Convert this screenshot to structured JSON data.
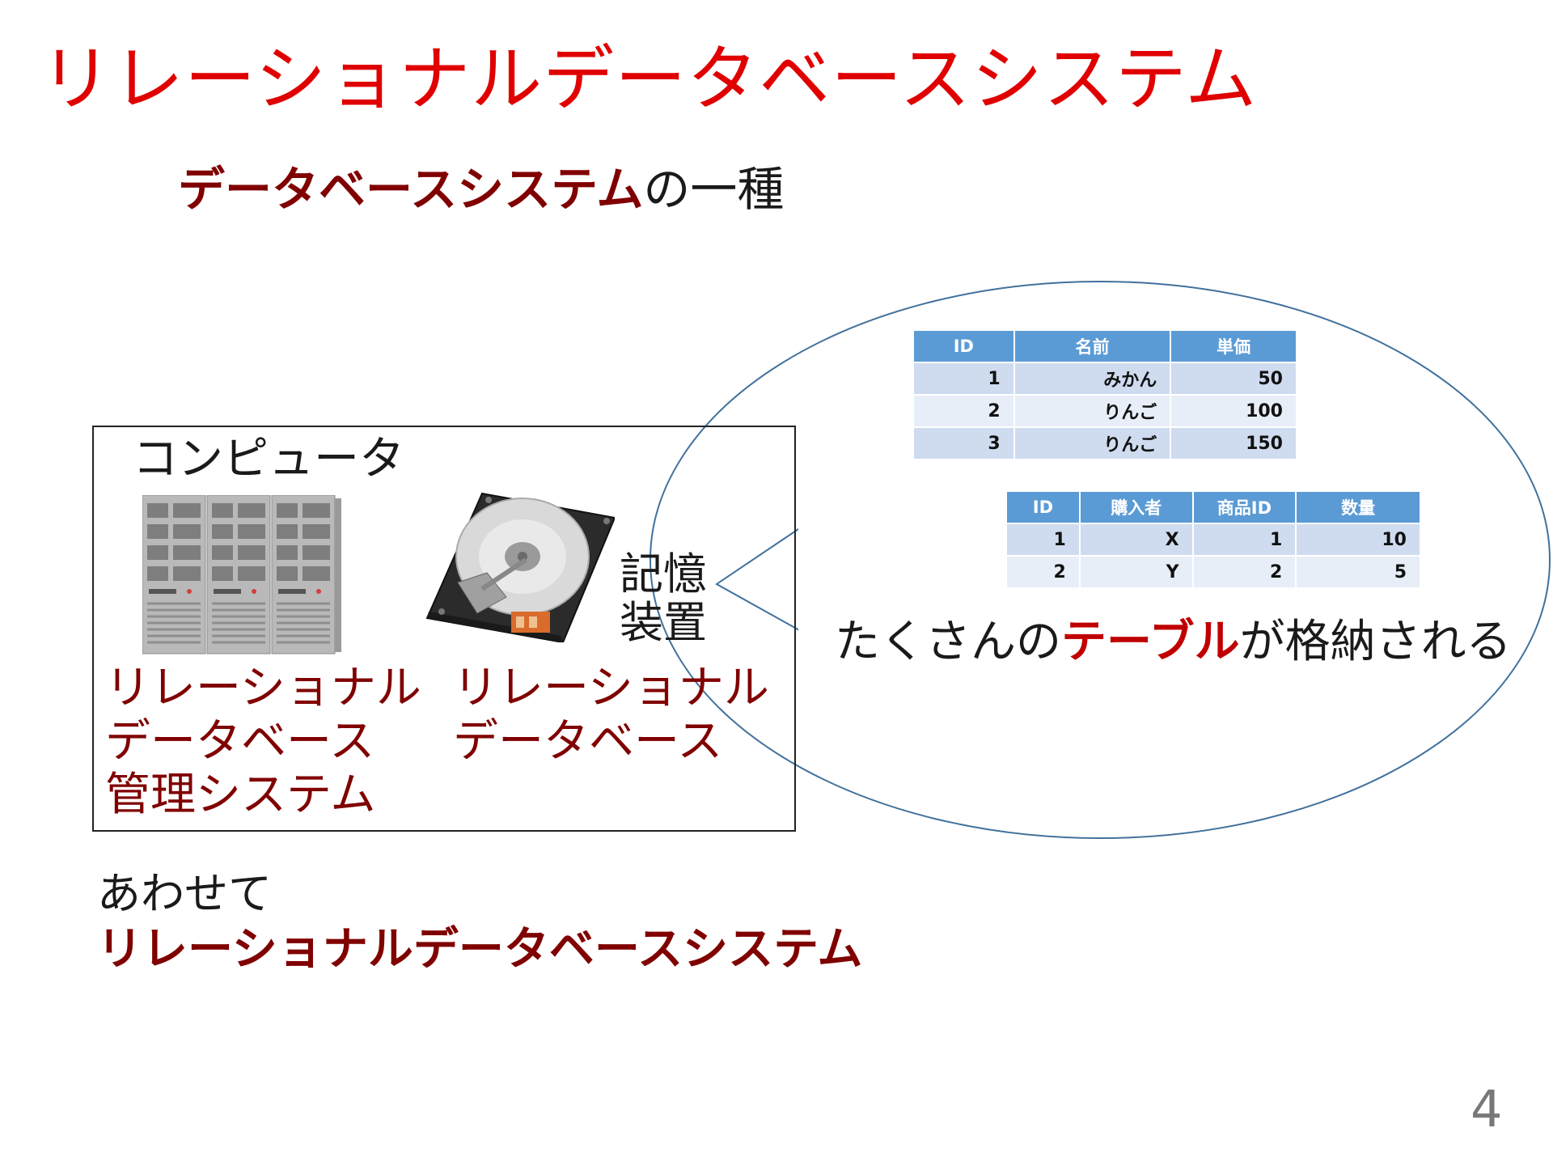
{
  "slide": {
    "title": "リレーショナルデータベースシステム",
    "subtitle_bold": "データベースシステム",
    "subtitle_rest": "の一種",
    "computer_label": "コンピュータ",
    "storage_label_line1": "記憶",
    "storage_label_line2": "装置",
    "rdbms_line1": "リレーショナル",
    "rdbms_line2": "データベース",
    "rdbms_line3": "管理システム",
    "rdb_line1": "リレーショナル",
    "rdb_line2": "データベース",
    "caption_pre": "たくさんの",
    "caption_highlight": "テーブル",
    "caption_post": "が格納される",
    "together": "あわせて",
    "together_term": "リレーショナルデータベースシステム",
    "page_number": "4"
  },
  "products_table": {
    "headers": [
      "ID",
      "名前",
      "単価"
    ],
    "rows": [
      [
        "1",
        "みかん",
        "50"
      ],
      [
        "2",
        "りんご",
        "100"
      ],
      [
        "3",
        "りんご",
        "150"
      ]
    ]
  },
  "purchases_table": {
    "headers": [
      "ID",
      "購入者",
      "商品ID",
      "数量"
    ],
    "rows": [
      [
        "1",
        "X",
        "1",
        "10"
      ],
      [
        "2",
        "Y",
        "2",
        "5"
      ]
    ]
  },
  "icons": {
    "servers": "server-rack-icon",
    "disk": "hard-disk-icon"
  },
  "colors": {
    "title": "#e00000",
    "term": "#800000",
    "highlight": "#c00000",
    "table_header": "#5b9bd5",
    "callout_line": "#41719c"
  }
}
